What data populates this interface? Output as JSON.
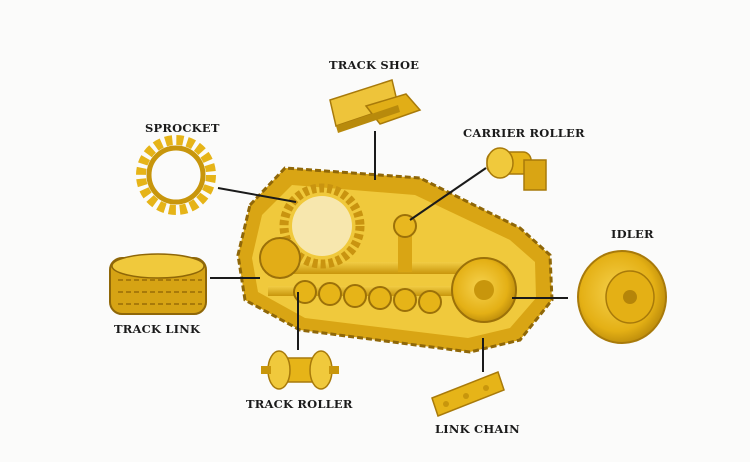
{
  "labels": {
    "track_shoe": "TRACK SHOE",
    "sprocket": "SPROCKET",
    "carrier_roller": "CARRIER ROLLER",
    "idler": "IDLER",
    "track_link": "TRACK LINK",
    "track_roller": "TRACK ROLLER",
    "link_chain": "LINK CHAIN"
  },
  "colors": {
    "part_yellow": "#e6b418",
    "part_light": "#f3cf4a",
    "part_dark": "#a87a0a",
    "leader_line": "#1a1a1a",
    "background": "#fbfbfa"
  }
}
